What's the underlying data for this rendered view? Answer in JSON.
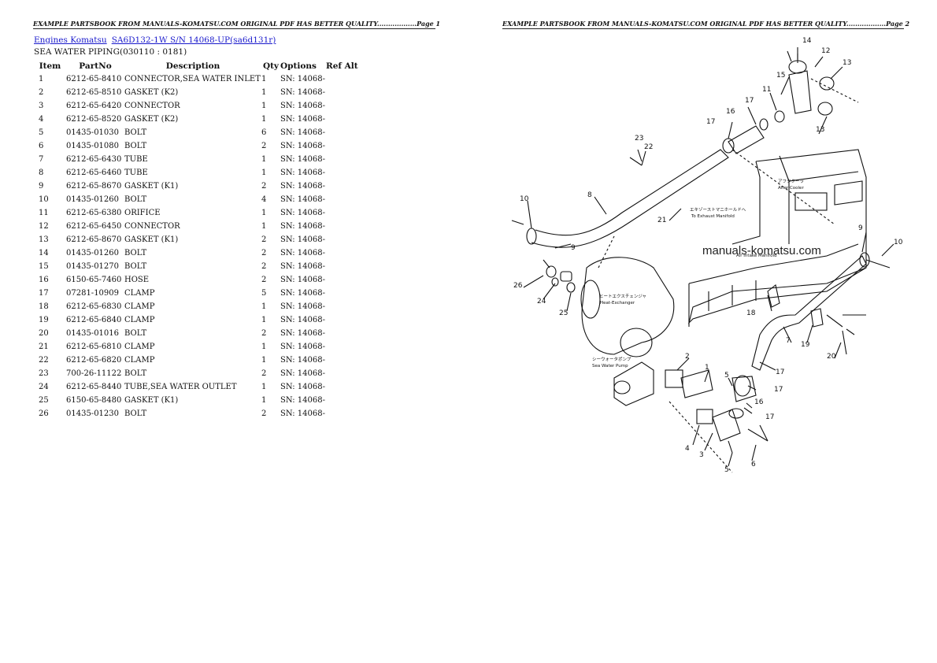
{
  "header": {
    "left": "EXAMPLE PARTSBOOK FROM MANUALS-KOMATSU.COM ORIGINAL PDF HAS BETTER QUALITY..................Page 1",
    "right": "EXAMPLE PARTSBOOK FROM MANUALS-KOMATSU.COM ORIGINAL PDF HAS BETTER QUALITY..................Page 2"
  },
  "breadcrumb": {
    "link1": "Engines Komatsu",
    "link2": "SA6D132-1W S/N 14068-UP(sa6d131r)"
  },
  "section_title": "SEA WATER PIPING(030110 : 0181)",
  "table": {
    "headers": [
      "Item",
      "PartNo",
      "Description",
      "Qty",
      "Options",
      "Ref Alt"
    ],
    "rows": [
      [
        "1",
        "6212-65-8410",
        "CONNECTOR,SEA WATER INLET",
        "1",
        "SN: 14068-"
      ],
      [
        "2",
        "6212-65-8510",
        "GASKET (K2)",
        "1",
        "SN: 14068-"
      ],
      [
        "3",
        "6212-65-6420",
        "CONNECTOR",
        "1",
        "SN: 14068-"
      ],
      [
        "4",
        "6212-65-8520",
        "GASKET (K2)",
        "1",
        "SN: 14068-"
      ],
      [
        "5",
        "01435-01030",
        "BOLT",
        "6",
        "SN: 14068-"
      ],
      [
        "6",
        "01435-01080",
        "BOLT",
        "2",
        "SN: 14068-"
      ],
      [
        "7",
        "6212-65-6430",
        "TUBE",
        "1",
        "SN: 14068-"
      ],
      [
        "8",
        "6212-65-6460",
        "TUBE",
        "1",
        "SN: 14068-"
      ],
      [
        "9",
        "6212-65-8670",
        "GASKET (K1)",
        "2",
        "SN: 14068-"
      ],
      [
        "10",
        "01435-01260",
        "BOLT",
        "4",
        "SN: 14068-"
      ],
      [
        "11",
        "6212-65-6380",
        "ORIFICE",
        "1",
        "SN: 14068-"
      ],
      [
        "12",
        "6212-65-6450",
        "CONNECTOR",
        "1",
        "SN: 14068-"
      ],
      [
        "13",
        "6212-65-8670",
        "GASKET (K1)",
        "2",
        "SN: 14068-"
      ],
      [
        "14",
        "01435-01260",
        "BOLT",
        "2",
        "SN: 14068-"
      ],
      [
        "15",
        "01435-01270",
        "BOLT",
        "2",
        "SN: 14068-"
      ],
      [
        "16",
        "6150-65-7460",
        "HOSE",
        "2",
        "SN: 14068-"
      ],
      [
        "17",
        "07281-10909",
        "CLAMP",
        "5",
        "SN: 14068-"
      ],
      [
        "18",
        "6212-65-6830",
        "CLAMP",
        "1",
        "SN: 14068-"
      ],
      [
        "19",
        "6212-65-6840",
        "CLAMP",
        "1",
        "SN: 14068-"
      ],
      [
        "20",
        "01435-01016",
        "BOLT",
        "2",
        "SN: 14068-"
      ],
      [
        "21",
        "6212-65-6810",
        "CLAMP",
        "1",
        "SN: 14068-"
      ],
      [
        "22",
        "6212-65-6820",
        "CLAMP",
        "1",
        "SN: 14068-"
      ],
      [
        "23",
        "700-26-11122",
        "BOLT",
        "2",
        "SN: 14068-"
      ],
      [
        "24",
        "6212-65-8440",
        "TUBE,SEA WATER OUTLET",
        "1",
        "SN: 14068-"
      ],
      [
        "25",
        "6150-65-8480",
        "GASKET (K1)",
        "1",
        "SN: 14068-"
      ],
      [
        "26",
        "01435-01230",
        "BOLT",
        "2",
        "SN: 14068-"
      ]
    ]
  },
  "diagram": {
    "watermark": "manuals-komatsu.com",
    "labels": {
      "after_cooler": "After Cooler",
      "after_cooler_jp": "アフタクーラ",
      "exhaust": "To Exhaust Manifold",
      "exhaust_jp": "エキゾーストマニホールドへ",
      "air_intake": "Air Intake Manifold",
      "heat_exchanger": "Heat-Exchanger",
      "heat_exchanger_jp": "ヒートエクスチェンジャ",
      "sea_water_pump": "Sea Water Pump",
      "sea_water_pump_jp": "シーウォータポンプ"
    },
    "callouts": [
      "14",
      "12",
      "13",
      "15",
      "11",
      "17",
      "16",
      "13",
      "17",
      "23",
      "22",
      "8",
      "10",
      "21",
      "9",
      "9",
      "10",
      "26",
      "24",
      "25",
      "18",
      "7",
      "19",
      "20",
      "17",
      "2",
      "1",
      "5",
      "17",
      "16",
      "17",
      "4",
      "3",
      "5",
      "6"
    ]
  }
}
